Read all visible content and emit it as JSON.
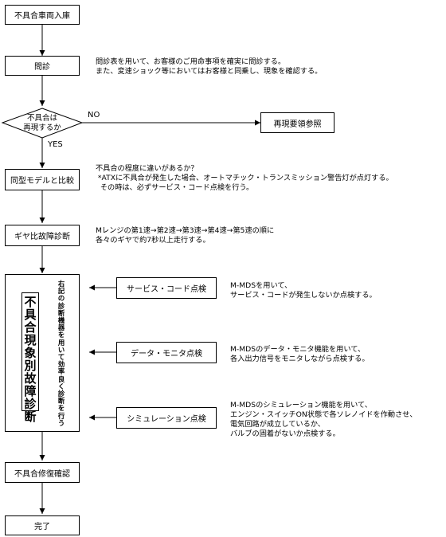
{
  "steps": {
    "s1": "不具合車両入庫",
    "s2": "問診",
    "s3": "同型モデルと比較",
    "s4": "ギヤ比故障診断",
    "s5": "不具合修復確認",
    "s6": "完了"
  },
  "decision": {
    "line1": "不具合は",
    "line2": "再現するか",
    "no": "NO",
    "yes": "YES",
    "no_target": "再現要領参照"
  },
  "notes": {
    "n2": "問診表を用いて、お客様のご用命事項を確実に問診する。\nまた、変速ショック等においてはお客様と同乗し、現象を確認する。",
    "n3": "不具合の程度に違いがあるか？\n *ATXに不具合が発生した場合、オートマチック・トランスミッション警告灯が点灯する。\n  その時は、必ずサービス・コード点検を行う。",
    "n4": "Mレンジの第1速→第2速→第3速→第4速→第5速の順に\n各々のギヤで約7秒以上走行する。"
  },
  "sidebox": {
    "title_chars": [
      "不",
      "具",
      "合",
      "現",
      "象",
      "別",
      "故",
      "障",
      "診",
      "断"
    ],
    "vertical_chars": [
      "右",
      "記",
      "の",
      "診",
      "断",
      "機",
      "器",
      "を",
      "用",
      "い",
      "て",
      "効",
      "率",
      "良",
      "く",
      "診",
      "断",
      "を",
      "行",
      "う"
    ]
  },
  "checks": [
    {
      "label": "サービス・コード点検",
      "desc": "M-MDSを用いて、\nサービス・コードが発生しないか点検する。"
    },
    {
      "label": "データ・モニタ点検",
      "desc": "M-MDSのデータ・モニタ機能を用いて、\n各入出力信号をモニタしながら点検する。"
    },
    {
      "label": "シミュレーション点検",
      "desc": "M-MDSのシミュレーション機能を用いて、\nエンジン・スイッチON状態で各ソレノイドを作動させ、\n電気回路が成立しているか、\nバルブの固着がないか点検する。"
    }
  ]
}
